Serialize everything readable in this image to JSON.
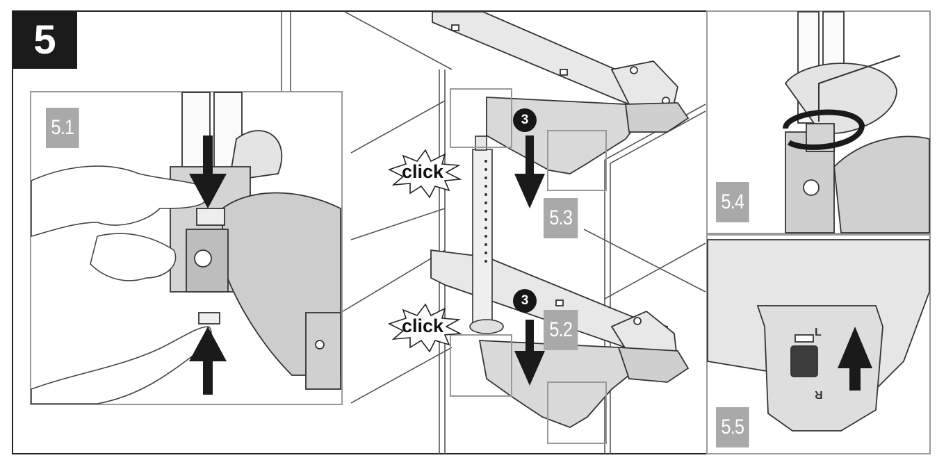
{
  "step": {
    "number": "5"
  },
  "sub_steps": {
    "s51": "5.1",
    "s52": "5.2",
    "s53": "5.3",
    "s54": "5.4",
    "s55": "5.5"
  },
  "click_labels": {
    "upper": "click",
    "lower": "click"
  },
  "markers": {
    "upper": "3",
    "lower": "3"
  },
  "clip_labels": {
    "left": "L",
    "right": "R"
  },
  "colors": {
    "badge": "#1b1b1b",
    "tag": "#a9a9a9",
    "line": "#3a3a3a",
    "shelf_fill": "#d9d9d9"
  }
}
